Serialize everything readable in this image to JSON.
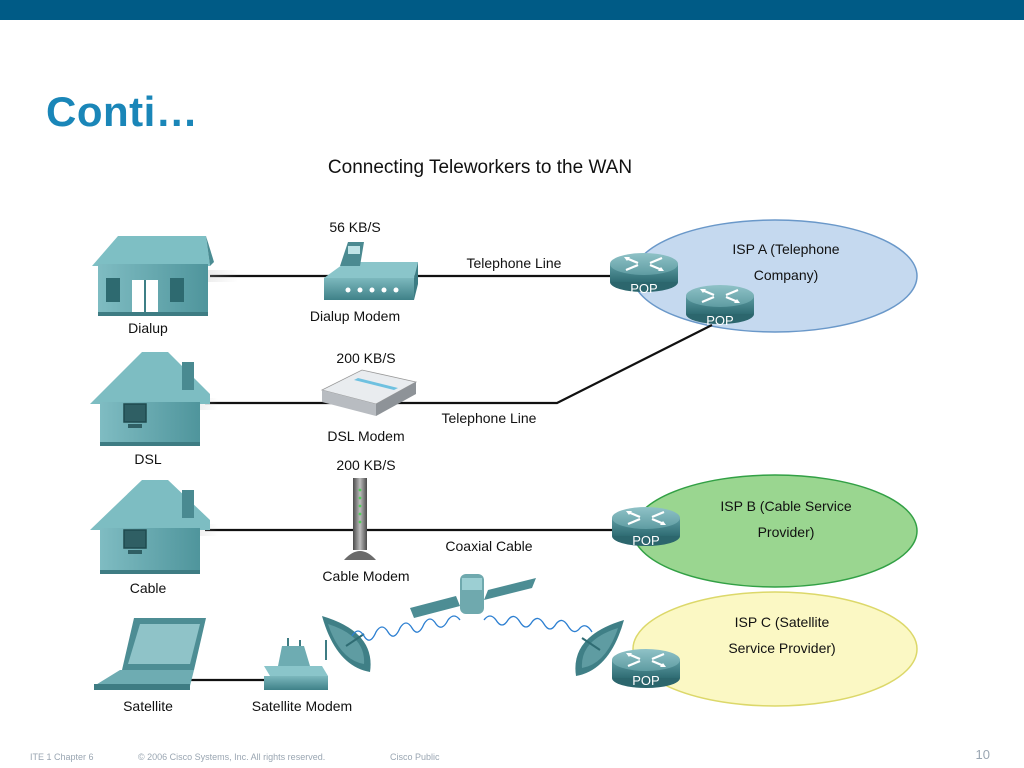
{
  "slide": {
    "title": "Conti…",
    "page_number": "10"
  },
  "diagram": {
    "title": "Connecting Teleworkers to the WAN",
    "rows": [
      {
        "site_label": "Dialup",
        "speed": "56 KB/S",
        "modem_label": "Dialup Modem",
        "link_label": "Telephone Line"
      },
      {
        "site_label": "DSL",
        "speed": "200 KB/S",
        "modem_label": "DSL Modem",
        "link_label": "Telephone Line"
      },
      {
        "site_label": "Cable",
        "speed": "200 KB/S",
        "modem_label": "Cable Modem",
        "link_label": "Coaxial Cable"
      },
      {
        "site_label": "Satellite",
        "modem_label": "Satellite Modem"
      }
    ],
    "isps": [
      {
        "line1": "ISP A (Telephone",
        "line2": "Company)",
        "color": "#c5d9ef"
      },
      {
        "line1": "ISP B (Cable Service",
        "line2": "Provider)",
        "color": "#9ad690"
      },
      {
        "line1": "ISP C (Satellite",
        "line2": "Service Provider)",
        "color": "#fbf8c4"
      }
    ],
    "pop_label": "POP"
  },
  "footer": {
    "course": "ITE 1 Chapter 6",
    "copyright": "© 2006 Cisco Systems, Inc. All rights reserved.",
    "classification": "Cisco Public"
  },
  "colors": {
    "topbar": "#005b86",
    "title": "#1a86b8",
    "router": "#3e7f86",
    "house": "#6aaab0"
  }
}
